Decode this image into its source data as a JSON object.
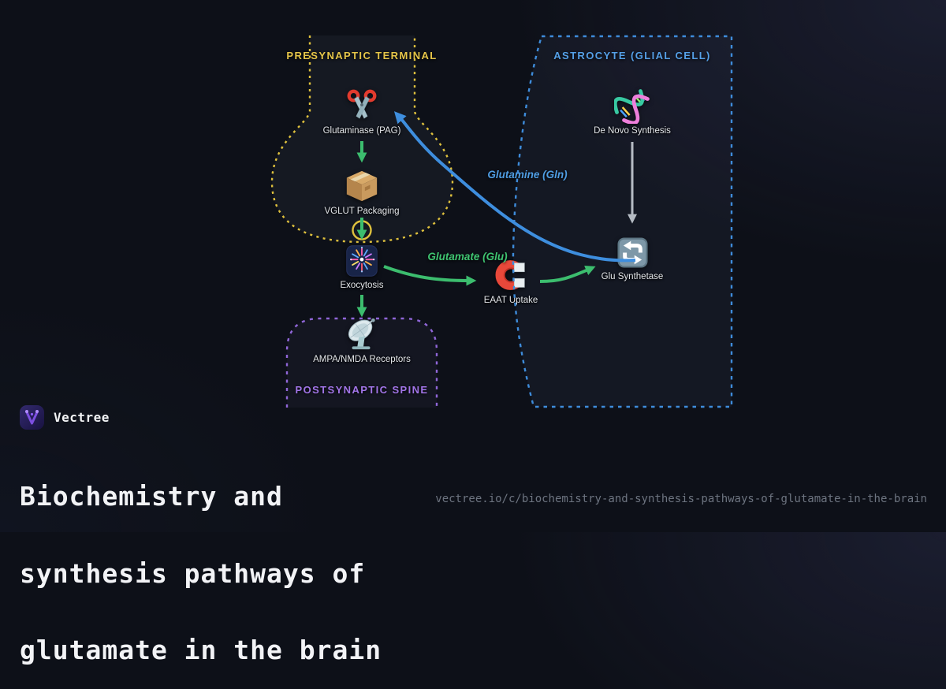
{
  "brand": {
    "name": "Vectree"
  },
  "title": {
    "lines": [
      "Biochemistry and",
      "synthesis pathways of",
      "glutamate in the brain"
    ]
  },
  "footer_url": "vectree.io/c/biochemistry-and-synthesis-pathways-of-glutamate-in-the-brain",
  "diagram": {
    "regions": [
      {
        "id": "presynaptic",
        "label": "PRESYNAPTIC TERMINAL",
        "color": "#e6c649"
      },
      {
        "id": "astrocyte",
        "label": "ASTROCYTE (GLIAL CELL)",
        "color": "#55a0e8"
      },
      {
        "id": "postsynaptic",
        "label": "POSTSYNAPTIC SPINE",
        "color": "#a275e8"
      }
    ],
    "nodes": [
      {
        "id": "glutaminase",
        "label": "Glutaminase (PAG)",
        "icon": "scissors-icon",
        "region": "presynaptic"
      },
      {
        "id": "vglut",
        "label": "VGLUT Packaging",
        "icon": "package-icon",
        "region": "presynaptic"
      },
      {
        "id": "exocytosis",
        "label": "Exocytosis",
        "icon": "fireworks-icon",
        "region": "presynaptic"
      },
      {
        "id": "ampa",
        "label": "AMPA/NMDA Receptors",
        "icon": "satellite-icon",
        "region": "postsynaptic"
      },
      {
        "id": "eaat",
        "label": "EAAT Uptake",
        "icon": "magnet-icon",
        "region": "astrocyte"
      },
      {
        "id": "glusyn",
        "label": "Glu Synthetase",
        "icon": "sync-icon",
        "region": "astrocyte"
      },
      {
        "id": "denovo",
        "label": "De Novo Synthesis",
        "icon": "dna-icon",
        "region": "astrocyte"
      }
    ],
    "edge_labels": [
      {
        "id": "gln",
        "text": "Glutamine (Gln)",
        "color": "#4f9de3"
      },
      {
        "id": "glu",
        "text": "Glutamate (Glu)",
        "color": "#3fc471"
      }
    ],
    "arrow_colors": {
      "green": "#3cbd6e",
      "blue": "#3e8ede",
      "gray": "#b6bcc4"
    }
  }
}
